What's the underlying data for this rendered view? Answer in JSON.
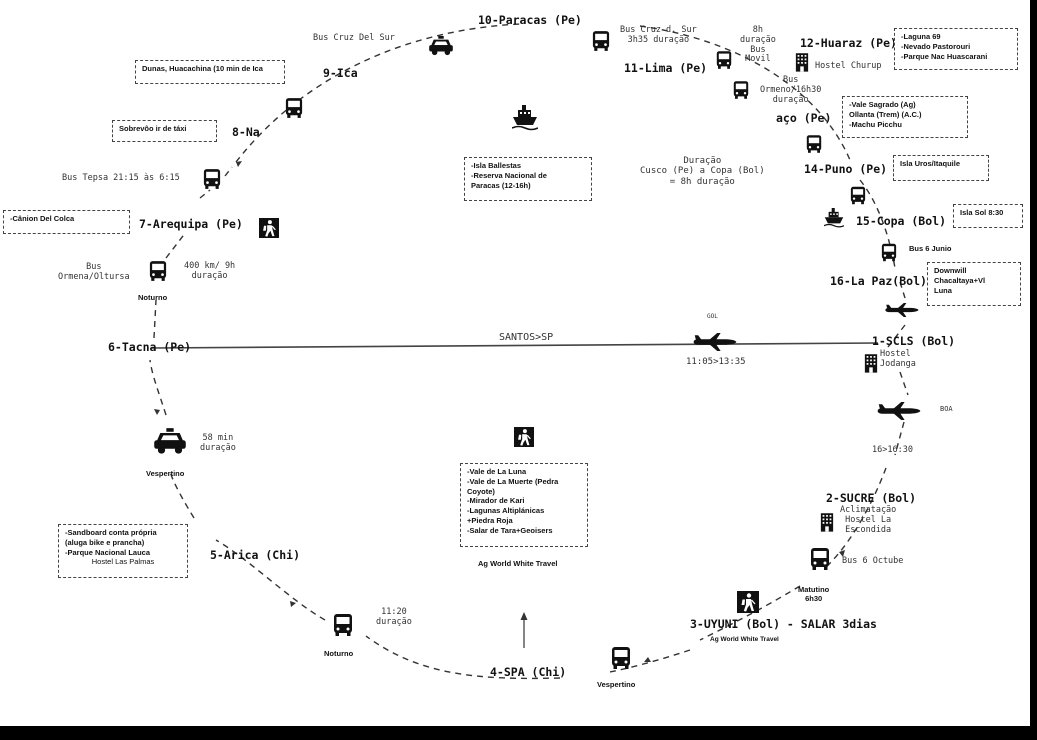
{
  "stops": {
    "paracas": "10-Paracas (Pe)",
    "ica": "9-Ica",
    "nazca": "8-Na",
    "arequipa": "7-Arequipa (Pe)",
    "tacna": "6-Tacna (Pe)",
    "arica": "5-Arica (Chi)",
    "spa": "4-SPA (Chi)",
    "uyuni": "3-UYUNI (Bol) - SALAR 3dias",
    "sucre": "2-SUCRE (Bol)",
    "scls": "1-SCLS (Bol)",
    "lapaz": "16-La Paz(Bol)",
    "copa": "15-Copa (Bol)",
    "puno": "14-Puno (Pe)",
    "cusco": "aço (Pe)",
    "lima": "11-Lima (Pe)",
    "huaraz": "12-Huaraz (Pe)"
  },
  "center_line": {
    "label": "SANTOS>SP",
    "times": "11:05>13:35",
    "airline": "GOL"
  },
  "notes": {
    "bus_cruz_del_sur": "Bus Cruz Del Sur",
    "bus_cruz_d_sur": [
      "Bus Cruz d. Sur",
      "3h35 duração"
    ],
    "lima_huaraz": [
      "8h",
      "duração",
      "Bus",
      "Movil"
    ],
    "hostel_churup": "Hostel Churup",
    "bus_ormeno_1630": [
      "Bus",
      "Ormeno/16h30",
      "duração"
    ],
    "duracao_cusco_copa": [
      "Duração",
      "Cusco (Pe) a Copa (Bol)",
      "= 8h duração"
    ],
    "bus_tepsa": "Bus Tepsa 21:15 às 6:15",
    "bus_ormena": [
      "Bus",
      "Ormena/Oltursa"
    ],
    "dist_400": [
      "400 km/ 9h",
      "duração"
    ],
    "noturno_1": "Noturno",
    "bus_6_junio": "Bus 6 Junio",
    "hostel_jodanga": [
      "Hostel",
      "Jodanga"
    ],
    "boa": "BOA",
    "time_16_1630": "16>16:30",
    "min58": [
      "58 min",
      "duração"
    ],
    "vespertino_1": "Vespertino",
    "aclimatacao": [
      "Aclimatação",
      "Hostel La",
      "Escondida"
    ],
    "bus_6_octube": "Bus 6 Octube",
    "matutino": [
      "Matutino",
      "6h30"
    ],
    "ag_world_1": "Ag World White Travel",
    "ag_world_2": "Ag World White Travel",
    "dur_1120": [
      "11:20",
      "duração"
    ],
    "noturno_2": "Noturno",
    "vespertino_2": "Vespertino"
  },
  "boxes": {
    "dunas": [
      "Dunas, Huacachina (10 min de Ica"
    ],
    "sobrevoo": [
      "Sobrevôo ir de táxi"
    ],
    "canion": [
      "-Cânion Del Colca"
    ],
    "ballestas": [
      "-Isla Ballestas",
      "-Reserva Nacional de",
      "Paracas (12-16h)"
    ],
    "huaraz": [
      "-Laguna 69",
      "-Nevado Pastorouri",
      "-Parque Nac Huascarani"
    ],
    "vale": [
      "-Vale Sagrado (Ag)",
      "Ollanta (Trem) (A.C.)",
      "-Machu Picchu"
    ],
    "uros": [
      "Isla Uros/Itaquile"
    ],
    "islasol": [
      "Isla Sol 8:30"
    ],
    "downwill": [
      "Downwill",
      "Chacaltaya+Vl",
      "Luna"
    ],
    "atacama": [
      "-Vale de La Luna",
      "-Vale de La Muerte (Pedra",
      "Coyote)",
      "-Mirador de Kari",
      "-Lagunas Altiplánicas",
      "+Piedra Roja",
      "-Salar de Tara+Geoisers"
    ],
    "sandboard": [
      "-Sandboard conta própria",
      "(aluga bike e prancha)",
      "-Parque Nacional Lauca"
    ],
    "sandboard_hostel": "Hostel Las Palmas"
  },
  "icons": {
    "bus": "bus-icon",
    "taxi": "taxi-icon",
    "plane": "airplane-icon",
    "ship": "ship-icon",
    "hotel": "hotel-building-icon",
    "hiker": "hiker-icon"
  }
}
